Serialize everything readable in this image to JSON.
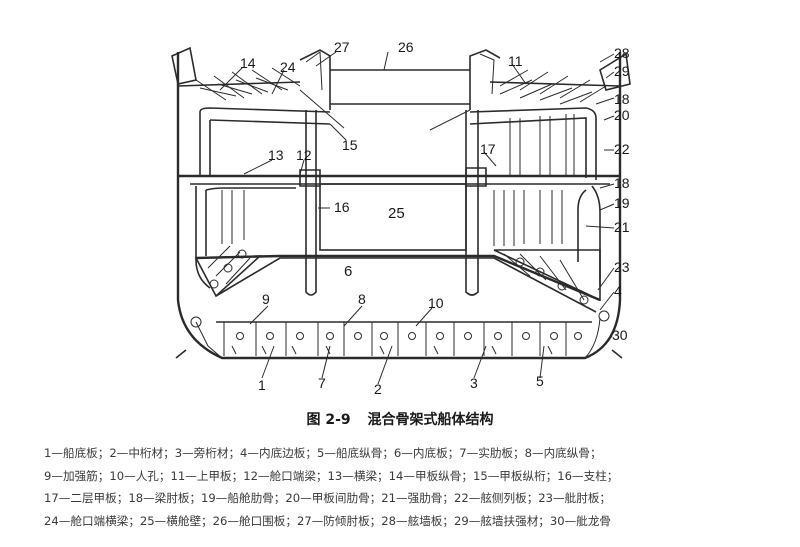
{
  "figure": {
    "labels": {
      "l1": "1",
      "l2": "2",
      "l3": "3",
      "l4": "4",
      "l5": "5",
      "l6": "6",
      "l7": "7",
      "l8": "8",
      "l9": "9",
      "l10": "10",
      "l11": "11",
      "l12": "12",
      "l13": "13",
      "l14": "14",
      "l15": "15",
      "l16": "16",
      "l17": "17",
      "l18a": "18",
      "l18b": "18",
      "l19": "19",
      "l20": "20",
      "l21": "21",
      "l22": "22",
      "l23": "23",
      "l24": "24",
      "l25": "25",
      "l26": "26",
      "l27": "27",
      "l28": "28",
      "l29": "29",
      "l30": "30"
    }
  },
  "caption": {
    "number": "图 2-9",
    "title": "混合骨架式船体结构"
  },
  "legend": {
    "lines": [
      "1—船底板；2—中桁材；3—旁桁材；4—内底边板；5—船底纵骨；6—内底板；7—实肋板；8—内底纵骨；",
      "9—加强筋；10—人孔；11—上甲板；12—舱口端梁；13—横梁；14—甲板纵骨；15—甲板纵桁；16—支柱；",
      "17—二层甲板；18—梁肘板；19—船舱肋骨；20—甲板间肋骨；21—强肋骨；22—舷侧列板；23—舭肘板；",
      "24—舱口端横梁；25—横舱壁；26—舱口围板；27—防倾肘板；28—舷墙板；29—舷墙扶强材；30—舭龙骨"
    ]
  }
}
